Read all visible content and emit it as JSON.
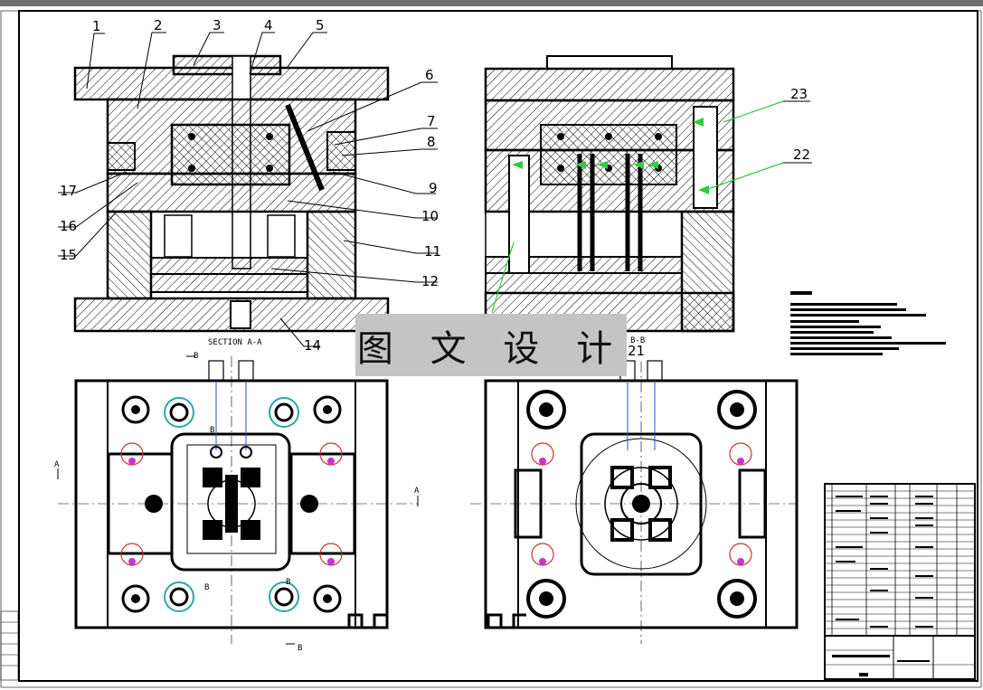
{
  "watermark": "图 文 设 计",
  "section_labels": {
    "aa": "SECTION A-A",
    "bb": "B-B"
  },
  "part_numbers": [
    "1",
    "2",
    "3",
    "4",
    "5",
    "6",
    "7",
    "8",
    "9",
    "10",
    "11",
    "12",
    "14",
    "15",
    "16",
    "17",
    "21",
    "22",
    "23"
  ],
  "view_markers": {
    "a": "A",
    "b": "B"
  },
  "colors": {
    "line": "#000000",
    "hatch": "#000000",
    "highlight_green": "#2ecc40",
    "cooling_cyan": "#2aa8a0",
    "pin_magenta": "#cc33cc",
    "watermark_bg": "#c4c4c4",
    "frame_gray": "#6f6f6f"
  }
}
